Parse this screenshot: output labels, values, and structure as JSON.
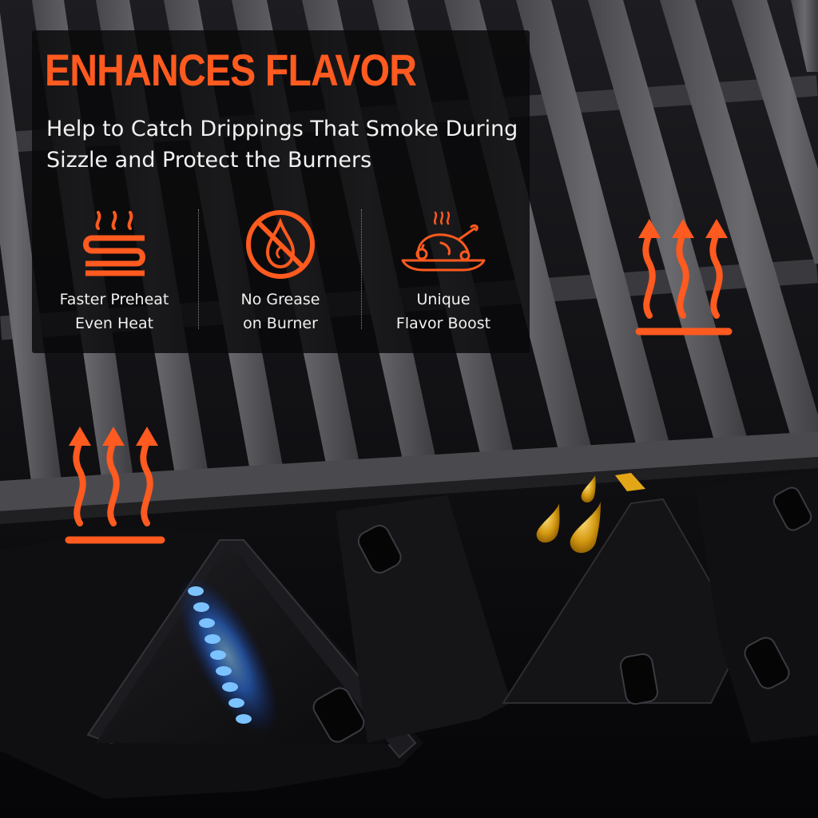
{
  "colors": {
    "accent": "#ff5a1f",
    "grill_grate": "#5a5a5e",
    "heat_plate": "#121214",
    "flame_blue": "#2b7bff",
    "grease_drop": "#d4a017",
    "panel_bg": "rgba(8,8,10,0.82)",
    "text": "#f2f2f2"
  },
  "panel": {
    "headline": "ENHANCES FLAVOR",
    "subtitle_line1": "Help to Catch Drippings That Smoke During",
    "subtitle_line2": "Sizzle and Protect the Burners"
  },
  "features": [
    {
      "icon": "heat-waves-icon",
      "line1": "Faster Preheat",
      "line2": "Even Heat"
    },
    {
      "icon": "no-grease-icon",
      "line1": "No Grease",
      "line2": "on Burner"
    },
    {
      "icon": "roast-turkey-icon",
      "line1": "Unique",
      "line2": "Flavor Boost"
    }
  ],
  "decorations": {
    "right_heat_icon": "rising-heat-icon",
    "left_heat_icon": "rising-heat-icon",
    "burner_flame": "blue-flame",
    "grease_drops": "grease-drop-icon"
  }
}
